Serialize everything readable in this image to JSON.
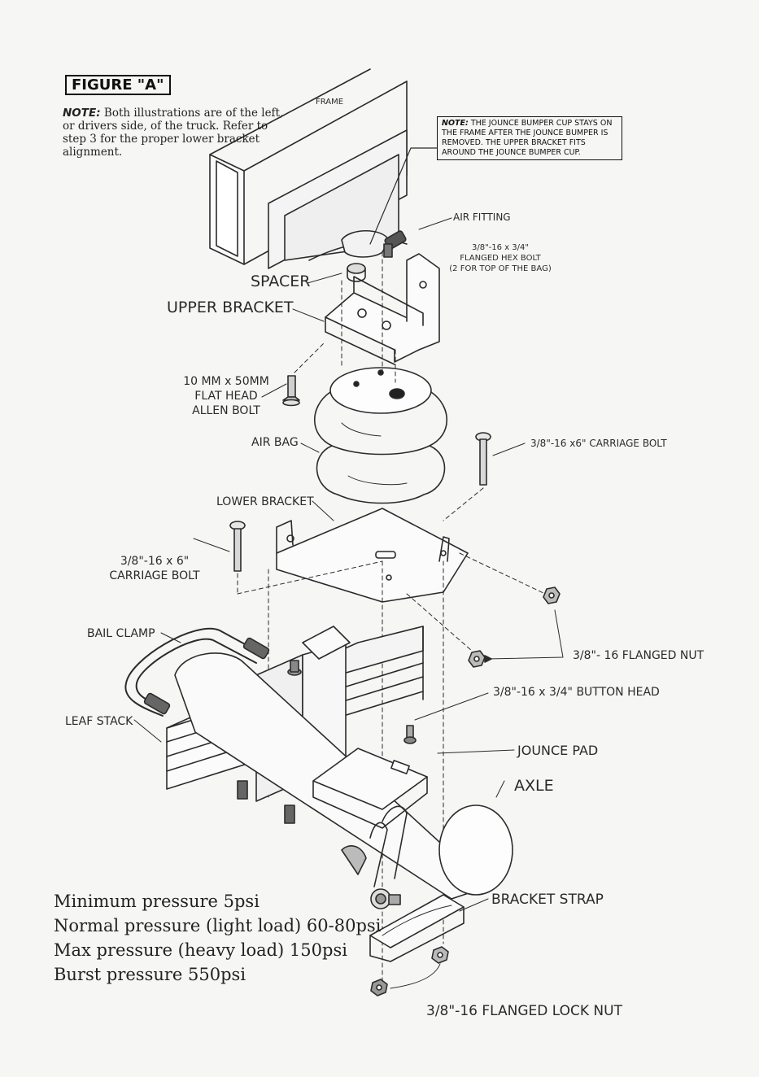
{
  "figure_title": "FIGURE \"A\"",
  "note_left": {
    "label": "NOTE:",
    "text": "Both illustrations are of the left, or drivers side, of the truck. Refer to step 3 for the proper lower bracket alignment."
  },
  "note_box": {
    "label": "NOTE:",
    "text": "THE JOUNCE BUMPER CUP STAYS ON THE FRAME AFTER THE JOUNCE BUMPER IS REMOVED. THE UPPER BRACKET FITS AROUND THE JOUNCE BUMPER CUP."
  },
  "labels": {
    "frame": "FRAME",
    "air_fitting": "AIR FITTING",
    "hex_bolt": [
      "3/8\"-16 x 3/4\"",
      "FLANGED HEX BOLT",
      "(2 FOR TOP OF THE BAG)"
    ],
    "spacer": "SPACER",
    "upper_bracket": "UPPER BRACKET",
    "allen_bolt": [
      "10 MM x 50MM",
      "FLAT HEAD",
      "ALLEN BOLT"
    ],
    "air_bag": "AIR BAG",
    "carriage_bolt_right": "3/8\"-16 x6\" CARRIAGE BOLT",
    "lower_bracket": "LOWER BRACKET",
    "carriage_bolt_left": [
      "3/8\"-16 x 6\"",
      "CARRIAGE BOLT"
    ],
    "bail_clamp": "BAIL CLAMP",
    "flanged_nut": "3/8\"- 16 FLANGED NUT",
    "button_head": "3/8\"-16 x 3/4\" BUTTON HEAD",
    "leaf_stack": "LEAF STACK",
    "jounce_pad": "JOUNCE PAD",
    "axle": "AXLE",
    "bracket_strap": "BRACKET STRAP",
    "lock_nut": "3/8\"-16 FLANGED LOCK NUT"
  },
  "pressures": [
    "Minimum pressure 5psi",
    "Normal pressure (light load) 60-80psi",
    "Max pressure (heavy load) 150psi",
    "Burst pressure 550psi"
  ]
}
